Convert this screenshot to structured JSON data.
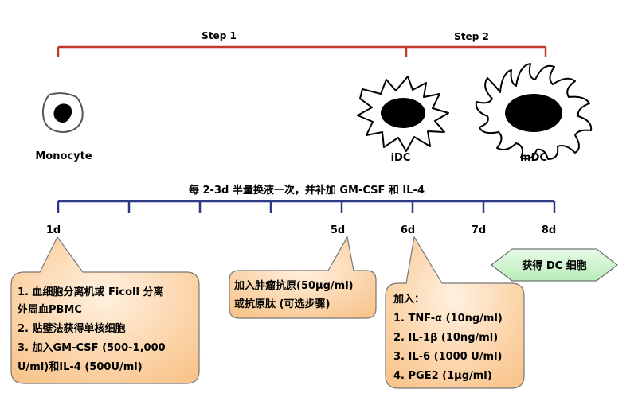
{
  "steps": {
    "step1": "Step 1",
    "step2": "Step 2"
  },
  "cells": {
    "monocyte": "Monocyte",
    "idc": "iDC",
    "mdc": "mDC"
  },
  "timeline_caption": "每 2-3d 半量换液一次，并补加 GM-CSF 和 IL-4",
  "days": {
    "d1": "1d",
    "d5": "5d",
    "d6": "6d",
    "d7": "7d",
    "d8": "8d"
  },
  "result": "获得 DC 细胞",
  "box1": {
    "l1": "1.  血细胞分离机或 Ficoll 分离",
    "l2": "     外周血PBMC",
    "l3": "2.  贴壁法获得单核细胞",
    "l4": "3.  加入GM-CSF (500-1,000",
    "l5": "     U/ml)和IL-4 (500U/ml)"
  },
  "box2": {
    "l1": "加入肿瘤抗原(50μg/ml)",
    "l2": "或抗原肽 (可选步骤)"
  },
  "box3": {
    "title": "加入：",
    "l1": "1.  TNF-α (10ng/ml)",
    "l2": "2.  IL-1β (10ng/ml)",
    "l3": "3.  IL-6 (1000 U/ml)",
    "l4": "4.  PGE2 (1μg/ml)"
  },
  "colors": {
    "step_bracket": "#c0392b",
    "timeline": "#2e3a87",
    "callout_fill": "#fdd7a8",
    "result_fill": "#ccf2cc"
  }
}
